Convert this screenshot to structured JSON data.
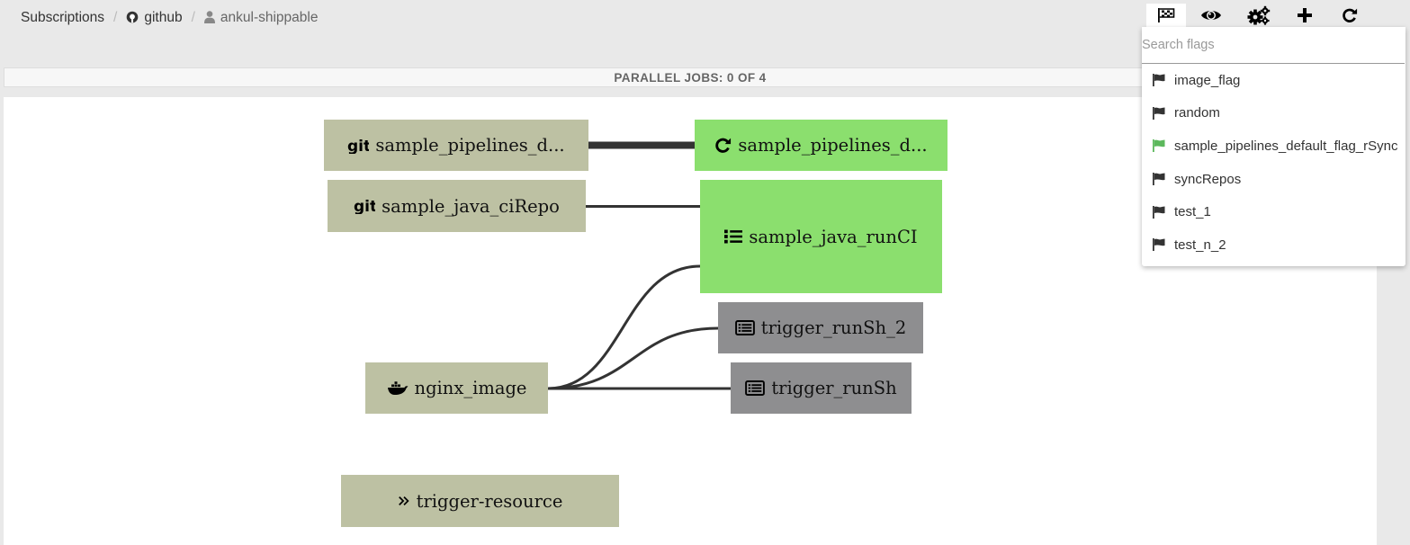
{
  "breadcrumb": {
    "subscriptions": "Subscriptions",
    "provider": "github",
    "user": "ankul-shippable"
  },
  "toolbar": {
    "buttons": [
      "flags-icon",
      "eye-icon",
      "gears-icon",
      "plus-icon",
      "refresh-icon"
    ]
  },
  "parallel_jobs": "PARALLEL JOBS: 0 OF 4",
  "nodes": {
    "default_flag_repo": "sample_pipelines_d...",
    "default_flag_sync": "sample_pipelines_d...",
    "java_ci_repo": "sample_java_ciRepo",
    "java_run_ci": "sample_java_runCI",
    "trigger_runsh_2": "trigger_runSh_2",
    "nginx_image": "nginx_image",
    "trigger_runsh": "trigger_runSh",
    "trigger_resource": "trigger-resource"
  },
  "colors": {
    "resource": "#bdc1a3",
    "success": "#8bdf6e",
    "idle": "#8e8e90",
    "flag_active": "#5cb85c"
  },
  "flags": {
    "search_placeholder": "Search flags",
    "items": [
      {
        "label": "image_flag",
        "active": false
      },
      {
        "label": "random",
        "active": false
      },
      {
        "label": "sample_pipelines_default_flag_rSync",
        "active": true
      },
      {
        "label": "syncRepos",
        "active": false
      },
      {
        "label": "test_1",
        "active": false
      },
      {
        "label": "test_n_2",
        "active": false
      }
    ]
  }
}
